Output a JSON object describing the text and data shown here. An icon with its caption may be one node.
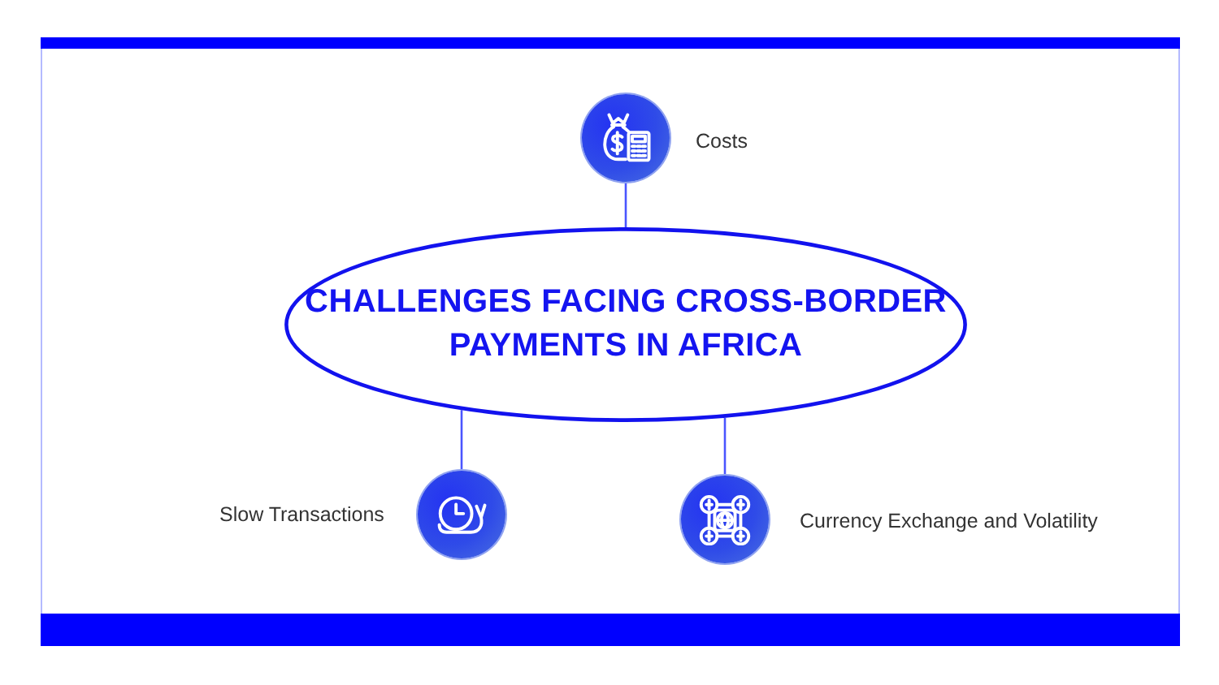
{
  "diagram": {
    "nodes": [
      {
        "text": [],
        "shape": "circle",
        "beside": [
          "Costs"
        ]
      },
      {
        "text": [
          "CHALLENGES FACING CROSS-BORDER PAYMENTS IN AFRICA"
        ]
      },
      {
        "text": [],
        "shape": "circle",
        "beside": [
          "Slow Transactions"
        ]
      },
      {
        "text": [],
        "shape": "circle",
        "beside": [
          "Currency Exchange and Volatility"
        ]
      }
    ],
    "edges": [
      {
        "from": 1,
        "to": 0,
        "arrow": "none"
      },
      {
        "from": 1,
        "to": 2,
        "arrow": "none"
      },
      {
        "from": 1,
        "to": 3,
        "arrow": "none"
      }
    ]
  }
}
